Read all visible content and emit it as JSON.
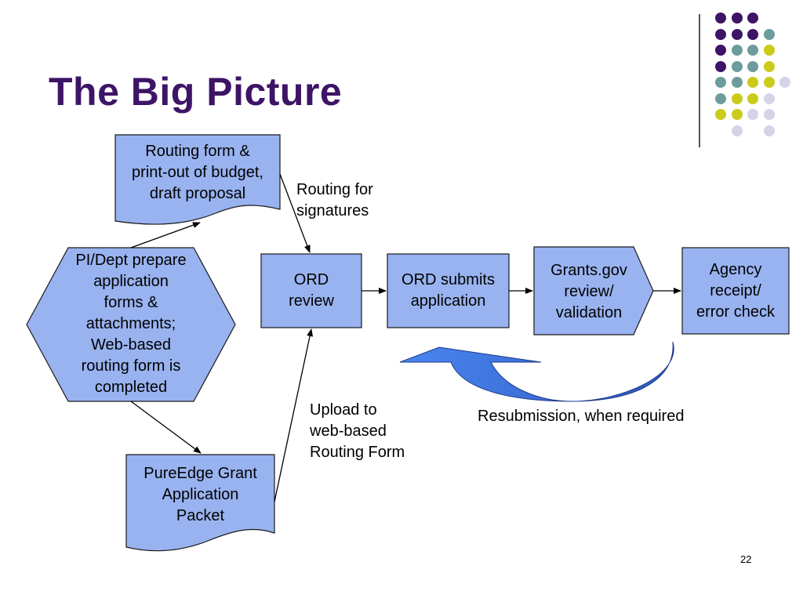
{
  "slide": {
    "title": "The Big Picture",
    "page_number": "22"
  },
  "nodes": {
    "routing_form": {
      "lines": [
        "Routing form &",
        "print-out of budget,",
        "draft proposal"
      ]
    },
    "pi_dept": {
      "lines": [
        "PI/Dept prepare",
        "application",
        "forms &",
        "attachments;",
        "Web-based",
        "routing form is",
        "completed"
      ]
    },
    "ord_review": {
      "lines": [
        "ORD",
        "review"
      ]
    },
    "ord_submits": {
      "lines": [
        "ORD submits",
        "application"
      ]
    },
    "grants_gov": {
      "lines": [
        "Grants.gov",
        "review/",
        "validation"
      ]
    },
    "agency": {
      "lines": [
        "Agency",
        "receipt/",
        "error check"
      ]
    },
    "pureedge": {
      "lines": [
        "PureEdge Grant",
        "Application",
        "Packet"
      ]
    }
  },
  "labels": {
    "routing_signatures": {
      "lines": [
        "Routing for",
        "signatures"
      ]
    },
    "upload": {
      "lines": [
        "Upload to",
        "web-based",
        "Routing Form"
      ]
    },
    "resubmission": "Resubmission, when required"
  },
  "colors": {
    "title": "#3d1466",
    "shape_fill": "#99b3f0",
    "shape_stroke": "#1a1a1a",
    "arrow_blue": "#3a72e0",
    "dot_purple": "#3d1466",
    "dot_teal": "#6d9c9c",
    "dot_yellow": "#c9cc1a",
    "dot_lavender": "#d4d3ea"
  },
  "decoration": {
    "dot_grid": [
      [
        "purple",
        "purple",
        "purple",
        ""
      ],
      [
        "purple",
        "purple",
        "purple",
        "teal"
      ],
      [
        "purple",
        "teal",
        "teal",
        "yellow"
      ],
      [
        "purple",
        "teal",
        "teal",
        "yellow"
      ],
      [
        "teal",
        "teal",
        "yellow",
        "yellow",
        "lavender"
      ],
      [
        "teal",
        "yellow",
        "yellow",
        "lavender"
      ],
      [
        "yellow",
        "yellow",
        "lavender",
        "lavender"
      ],
      [
        "",
        "lavender",
        "",
        "lavender"
      ]
    ]
  }
}
